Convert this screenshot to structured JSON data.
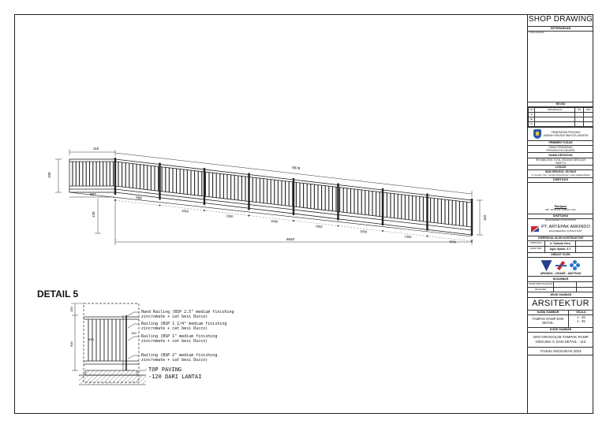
{
  "title_block": {
    "main_title": "SHOP DRAWING",
    "keterangan_label": "KETERANGAN",
    "keterangan_text": "Lihat terlampir",
    "revisi_label": "REVISI",
    "revisi_cols": [
      "NO",
      "PERUBAHAN",
      "TGL",
      "PAR"
    ],
    "revisi_marks": [
      "A",
      "B",
      "C"
    ],
    "agency_line1": "PEMERINTAH PROVINSI",
    "agency_line2": "DAERAH KHUSUS IBUKOTA JAKARTA",
    "pemberi_tugas_label": "PEMBERI TUGAS",
    "pemberi_tugas_line1": "DINAS PENDIDIKAN",
    "pemberi_tugas_line2": "PROVINSI DKI JAKARTA",
    "nama_kegiatan_label": "NAMA KEGIATAN",
    "nama_kegiatan_line1": "REHABILITASI TOTAL GEDUNG SEKOLAH",
    "nama_kegiatan_line2": "PAKET 5",
    "lokasi_label": "LOKASI",
    "lokasi_name": "SDN GROGOL 05 PAGI",
    "lokasi_address": "Jl. Grogol, Kec. Grogol Petamburan, Kota Jakarta Barat",
    "disetujui_label": "DISETUJUI",
    "signer1_name": "Pardjono",
    "signer1_nip": "NIP. 19701231 199003 1 021",
    "diketahui_label": "DIKETAHUI",
    "mk_label": "MANAJEMEN KONSTRUKSI",
    "company_name": "PT. ARTEPAK ARKINDO",
    "company_sub": "ENGINEERING CONSULTANT",
    "diperiksa_label": "DIPERIKSA OLEH KONTRAKTOR",
    "checker_role": "PIMPINAN",
    "checker_name": "Ir. Yulianto Heru",
    "drafter_role": "DRAFTER",
    "drafter_name": "Agus Irpanti, S.T",
    "dibuat_label": "DIBUAT OLEH",
    "contractor_name": "ARKINDO - CIGADE - AMYTHAS",
    "digambar_label": "DIGAMBAR",
    "gambar_row1": "NAMA PERUSAHAAN",
    "gambar_row2": "DRAFTER",
    "jenis_gambar_label": "JENIS GAMBAR",
    "jenis_gambar": "ARSITEKTUR",
    "nama_gambar_label": "NAMA GAMBAR",
    "skala_label": "SKALA",
    "nama_gambar": "TAMPAK RAMP DAN DETAIL",
    "skala_1": "1 : 45",
    "skala_2": "1 : 25",
    "kode_label": "KODE GAMBAR",
    "kode_gambar": "ARS-GROGOL05-TAMPAK RAMP GEDUNG C DAN DETAIL - 112",
    "tahun": "TAHUN ANGGARAN 2023"
  },
  "elevation": {
    "dim_left_width": "115",
    "dim_top_length": "5679",
    "dim_bottom_length": "6620",
    "dim_left_height": "100",
    "dim_right_height": "102",
    "dim_rise": "120",
    "dim_short": "567",
    "dim_start": "568",
    "post_spacing_labels": [
      "1000",
      "1000",
      "1000",
      "1000",
      "1000",
      "1000",
      "1000"
    ]
  },
  "detail": {
    "title": "DETAIL 5",
    "dim_top": "100",
    "dim_mid": "900",
    "dim_side": "900",
    "dim_bottom": "100",
    "notes": [
      "Hand Railing (BSP 2,5\" medium finishing\nzincromate + cat besi Ducco)",
      "Railing (BSP 1 1/4\" medium finishing\nzincromate + cat besi Ducco)",
      "Railing (BSP 1\" medium finishing\nzincromate + cat besi Ducco)",
      "Railing (BSP 2\" medium finishing\nzincromate + cat besi Ducco)"
    ],
    "paving_line1": "TOP PAVING",
    "paving_line2": "-120 DARI LANTAI"
  }
}
